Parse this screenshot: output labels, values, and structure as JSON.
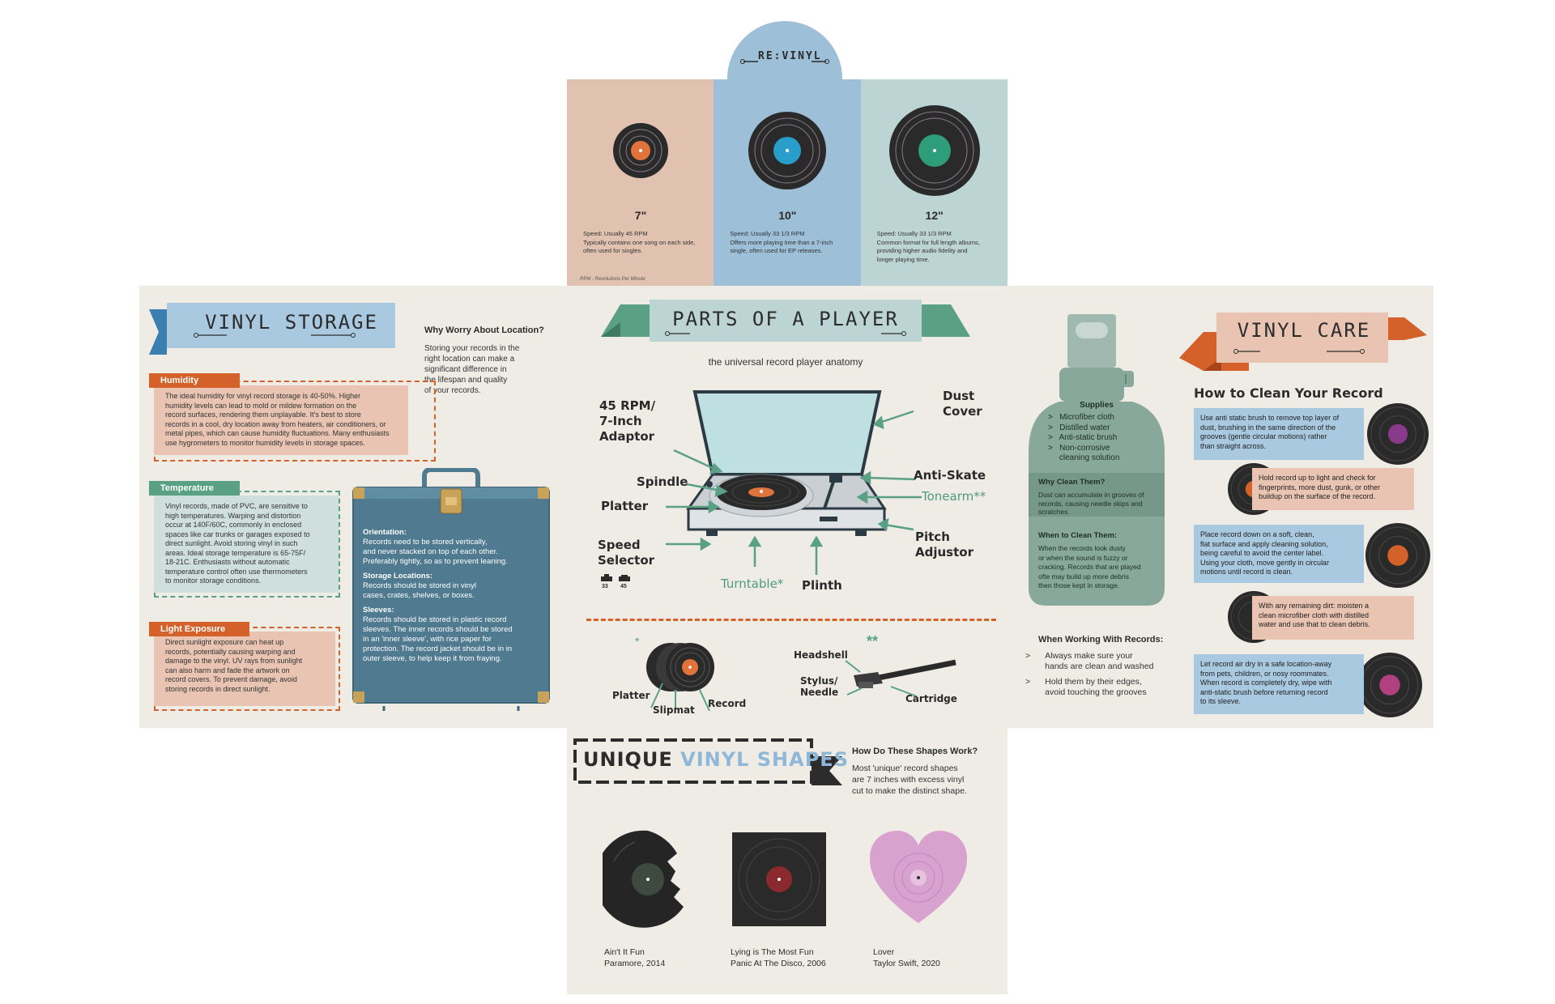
{
  "header": {
    "logo": "RE:VINYL"
  },
  "sizes": {
    "items": [
      {
        "title": "7\"",
        "text": "Speed: Usually 45 RPM\nTypically contains one song on each side,\noften used for singles.",
        "color": "#e1c2b0",
        "label_color": "#e0723c"
      },
      {
        "title": "10\"",
        "text": "Speed: Usually 33 1/3 RPM\nOffers more playing time than a 7-inch\nsingle, often used for EP releases.",
        "color": "#9dbfd7",
        "label_color": "#2a9ecb"
      },
      {
        "title": "12\"",
        "text": "Speed: Usually 33 1/3 RPM\nCommon format for full length albums,\nproviding higher audio fidelity and\nlonger playing time.",
        "color": "#bcd4d3",
        "label_color": "#2e9e7a"
      }
    ],
    "footnote": "RPM - Revolutions Per Minute"
  },
  "storage": {
    "title": "VINYL STORAGE",
    "why_title": "Why Worry About Location?",
    "why_text": "Storing your records in the\nright location can make a\nsignificant difference in\nthe lifespan and quality\nof your records.",
    "humidity": {
      "label": "Humidity",
      "text": "The ideal humidity for vinyl record storage is 40-50%. Higher\nhumidity levels can lead to mold or mildew formation on the\nrecord surfaces, rendering them unplayable. It's best to store\nrecords in a cool, dry location away from heaters, air conditioners, or\nmetal pipes, which can cause humidity fluctuations. Many enthusiasts\nuse hygrometers to monitor humidity levels in storage spaces."
    },
    "temperature": {
      "label": "Temperature",
      "text": "Vinyl records, made of PVC, are sensitive to\nhigh temperatures. Warping and distortion\noccur at 140F/60C, commonly in enclosed\nspaces like car trunks or garages exposed to\ndirect sunlight. Avoid storing vinyl in such\nareas. Ideal storage temperature is 65-75F/\n18-21C. Enthusiasts without automatic\ntemperature control often use thermometers\nto monitor storage conditions."
    },
    "light": {
      "label": "Light Exposure",
      "text": "Direct sunlight exposure can heat up\nrecords, potentially causing warping and\ndamage to the vinyl. UV rays from sunlight\ncan also harm and fade the artwork on\nrecord covers. To prevent damage, avoid\nstoring records in direct sunlight."
    },
    "case": {
      "orientation_title": "Orientation:",
      "orientation_text": "Records need to be stored vertically,\nand never stacked on top of each other.\nPreferably tightly, so as to prevent leaning.",
      "locations_title": "Storage Locations:",
      "locations_text": "Records should be stored in vinyl\ncases, crates, shelves, or boxes.",
      "sleeves_title": "Sleeves:",
      "sleeves_text": "Records should be stored in plastic record\nsleeves. The inner records should be stored\nin an 'inner sleeve', with rice paper for\nprotection. The record jacket should be in in\nouter sleeve, to help keep it from fraying."
    }
  },
  "parts": {
    "title": "PARTS OF A PLAYER",
    "subtitle": "the universal record player anatomy",
    "labels": {
      "adaptor": "45 RPM/\n7-Inch\nAdaptor",
      "spindle": "Spindle",
      "platter": "Platter",
      "speed": "Speed\nSelector",
      "turntable": "Turntable*",
      "plinth": "Plinth",
      "dust": "Dust\nCover",
      "antiskate": "Anti-Skate",
      "tonearm": "Tonearm**",
      "pitch": "Pitch\nAdjustor",
      "speed33": "33",
      "speed45": "45"
    },
    "detail": {
      "star1": "*",
      "star2": "**",
      "platter": "Platter",
      "slipmat": "Slipmat",
      "record": "Record",
      "headshell": "Headshell",
      "stylus": "Stylus/\nNeedle",
      "cartridge": "Cartridge"
    }
  },
  "care": {
    "title": "VINYL CARE",
    "supplies_title": "Supplies",
    "supplies": [
      ">   Microfiber cloth",
      ">   Distilled water",
      ">   Anti-static brush",
      ">   Non-corrosive",
      "     cleaning solution"
    ],
    "why_title": "Why Clean Them?",
    "why_text": "Dust can accumulate in grooves of\nrecords, causing needle skips and\nscratches.",
    "when_title": "When to Clean Them:",
    "when_text": "When the records look dusty\nor when the sound is fuzzy or\ncracking. Records that are played\nofte may build up more debris\nthen those kept in storage.",
    "working_title": "When Working With Records:",
    "working": [
      {
        "bullet": ">",
        "text": "Always make sure your\nhands are clean and washed"
      },
      {
        "bullet": ">",
        "text": "Hold them by their edges,\navoid touching the grooves"
      }
    ],
    "how_title": "How to Clean Your Record",
    "steps": [
      "Use anti static brush to remove top layer of\ndust, brushing in the same direction of the\ngrooves (gentle circular motions) rather\nthan straight across.",
      "Hold record up to light and check for\nfingerprints, more dust, gunk, or other\nbuildup on the surface of the record.",
      "Place record down on a soft, clean,\nflat surface and apply cleaning solution,\nbeing careful to avoid the center label.\nUsing your cloth, move gently in circular\nmotions until record is clean.",
      "With any remaining dirt: moisten a\nclean microfiber cloth with distilled\nwater and use that to clean debris.",
      "Let record air dry in a safe location-away\nfrom pets, children, or nosy roommates.\nWhen record is completely dry, wipe with\nanti-static brush before returning record\nto its sleeve."
    ]
  },
  "shapes": {
    "title_a": "UNIQUE",
    "title_b": "VINYL SHAPES",
    "how_title": "How Do These Shapes Work?",
    "how_text": "Most 'unique' record shapes\nare 7 inches with excess vinyl\ncut to make the distinct shape.",
    "items": [
      {
        "title": "Ain't It Fun",
        "sub": "Paramore, 2014"
      },
      {
        "title": "Lying is The Most Fun",
        "sub": "Panic At The Disco, 2006"
      },
      {
        "title": "Lover",
        "sub": "Taylor Swift, 2020"
      }
    ]
  },
  "colors": {
    "panel": "#efece6",
    "blue": "#a9c9e0",
    "orange": "#d4612a",
    "green": "#5aa084",
    "peach": "#e9c4b2",
    "teal_case": "#4f7a8f",
    "bottle": "#87a89a"
  }
}
